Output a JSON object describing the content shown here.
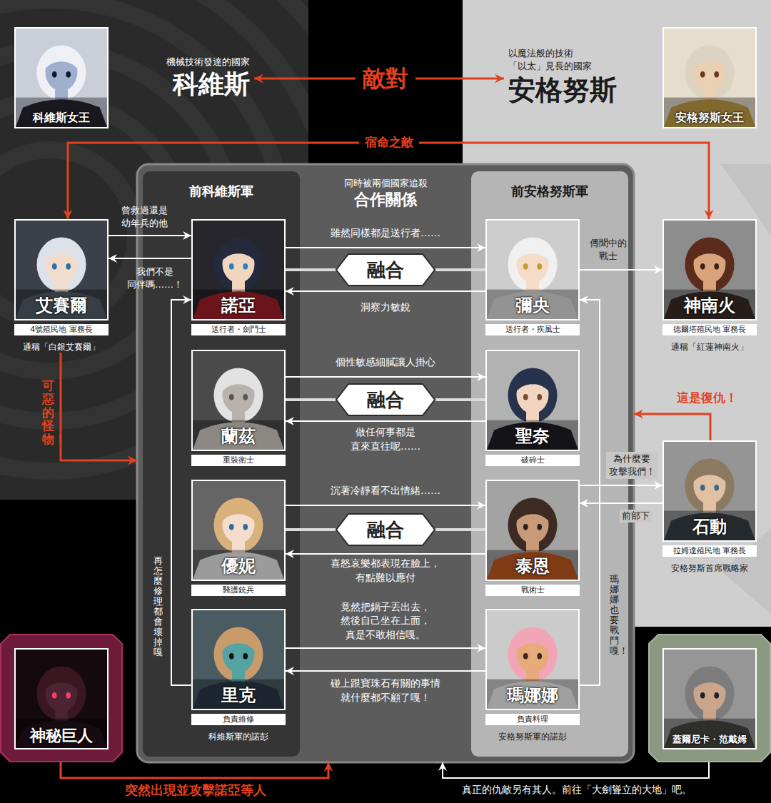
{
  "diagram": {
    "nodes": [
      {
        "text": [
          "科維斯女王"
        ]
      },
      {
        "text": [
          "機械技術發達的國家",
          "科維斯"
        ]
      },
      {
        "text": [
          "以魔法般的技術 「以太」見長的國家",
          "安格努斯"
        ]
      },
      {
        "text": [
          "安格努斯女王"
        ]
      },
      {
        "text": [
          "艾賽爾",
          "4號殖民地 軍務長",
          "通稱「白銀艾賽爾」"
        ]
      },
      {
        "text": [
          "同時被兩個國家追殺",
          "合作關係"
        ]
      },
      {
        "text": [
          "前科維斯軍"
        ],
        "in": 5
      },
      {
        "text": [
          "前安格努斯軍"
        ],
        "in": 5
      },
      {
        "text": [
          "諾亞",
          "送行者・劍鬥士"
        ],
        "in": 6
      },
      {
        "text": [
          "融合"
        ],
        "in": 5
      },
      {
        "text": [
          "彌央",
          "送行者・疾風士"
        ],
        "in": 7
      },
      {
        "text": [
          "神南火",
          "德爾塔殖民地 軍務長",
          "通稱「紅蓮神南火」"
        ]
      },
      {
        "text": [
          "蘭茲",
          "重裝衛士"
        ],
        "in": 6
      },
      {
        "text": [
          "融合"
        ],
        "in": 5
      },
      {
        "text": [
          "聖奈",
          "破碎士"
        ],
        "in": 7
      },
      {
        "text": [
          "石動",
          "拉姆達殖民地 軍務長",
          "安格努斯首席戰略家"
        ]
      },
      {
        "text": [
          "優妮",
          "醫護銃兵"
        ],
        "in": 6
      },
      {
        "text": [
          "融合"
        ],
        "in": 5
      },
      {
        "text": [
          "泰恩",
          "戰術士"
        ],
        "in": 7
      },
      {
        "text": [
          "里克",
          "負責維修",
          "科維斯軍的諾彭"
        ],
        "in": 6
      },
      {
        "text": [
          "瑪娜娜",
          "負責料理",
          "安格努斯軍的諾彭"
        ],
        "in": 7
      },
      {
        "text": [
          "神秘巨人"
        ]
      },
      {
        "text": [
          "蓋爾尼卡・范戴姆"
        ]
      }
    ],
    "edges": [
      {
        "from": 1,
        "to": 2,
        "arrow": "both",
        "label": "敵對"
      },
      {
        "from": 4,
        "to": 11,
        "arrow": "both",
        "label": "宿命之敵"
      },
      {
        "from": 4,
        "to": 8,
        "arrow": "to",
        "label": "曾救過還是 幼年兵的他"
      },
      {
        "from": 8,
        "to": 4,
        "arrow": "to",
        "label": "我們不是 同伴嗎……！"
      },
      {
        "from": 4,
        "to": 5,
        "arrow": "to",
        "label": "可惡的怪物！"
      },
      {
        "from": 8,
        "to": 10,
        "arrow": "to",
        "label": "雖然同樣都是送行者……"
      },
      {
        "from": 10,
        "to": 8,
        "arrow": "to",
        "label": "洞察力敏銳"
      },
      {
        "from": 9,
        "to": 8,
        "arrow": "none"
      },
      {
        "from": 9,
        "to": 10,
        "arrow": "none"
      },
      {
        "from": 10,
        "to": 11,
        "arrow": "to",
        "label": "傳聞中的 戰士"
      },
      {
        "from": 12,
        "to": 14,
        "arrow": "to",
        "label": "個性敏感細膩讓人掛心"
      },
      {
        "from": 14,
        "to": 12,
        "arrow": "to",
        "label": "做任何事都是 直來直往呢……"
      },
      {
        "from": 13,
        "to": 12,
        "arrow": "none"
      },
      {
        "from": 13,
        "to": 14,
        "arrow": "none"
      },
      {
        "from": 15,
        "to": 5,
        "arrow": "to",
        "label": "這是復仇！"
      },
      {
        "from": 18,
        "to": 15,
        "arrow": "to",
        "label": "為什麼要 攻擊我們！"
      },
      {
        "from": 15,
        "to": 18,
        "arrow": "to",
        "label": "前部下"
      },
      {
        "from": 16,
        "to": 18,
        "arrow": "to",
        "label": "沉著冷靜看不出情緒……"
      },
      {
        "from": 18,
        "to": 16,
        "arrow": "to",
        "label": "喜怒哀樂都表現在臉上， 有點難以應付"
      },
      {
        "from": 17,
        "to": 16,
        "arrow": "none"
      },
      {
        "from": 17,
        "to": 18,
        "arrow": "none"
      },
      {
        "from": 19,
        "to": 20,
        "arrow": "to",
        "label": "竟然把鍋子丟出去， 然後自己坐在上面， 真是不敢相信嘎。"
      },
      {
        "from": 20,
        "to": 19,
        "arrow": "to",
        "label": "碰上跟寶珠石有關的事情 就什麼都不顧了嘎！"
      },
      {
        "from": 19,
        "to": 8,
        "arrow": "to",
        "label": "再怎麼修理都會壞掉嘎"
      },
      {
        "from": 20,
        "to": 10,
        "arrow": "to",
        "label": "瑪娜娜也要戰鬥嘎！"
      },
      {
        "from": 21,
        "to": 5,
        "arrow": "to",
        "label": "突然出現並攻擊諾亞等人"
      },
      {
        "from": 22,
        "to": 5,
        "arrow": "to",
        "label": "真正的仇敵另有其人。前往「大劍聳立的大地」吧。"
      }
    ]
  }
}
